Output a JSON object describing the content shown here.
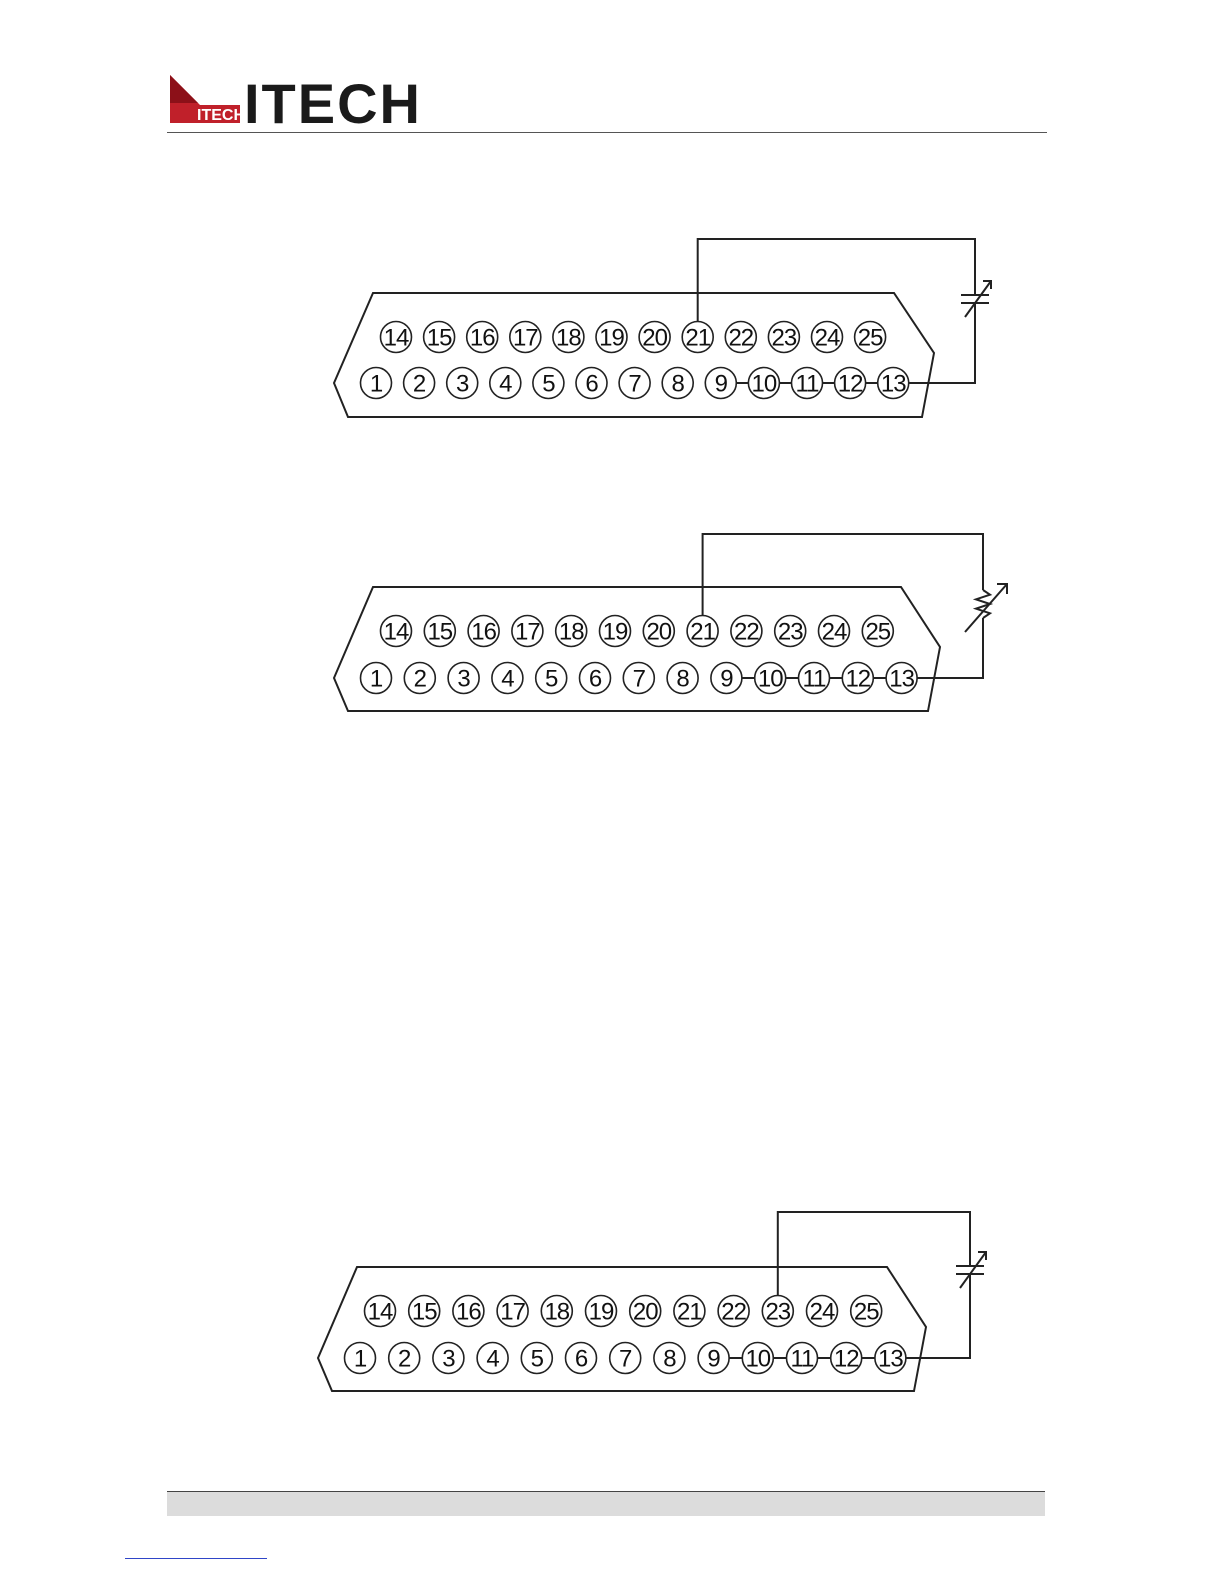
{
  "brand": {
    "logo_word": "ITECH",
    "logo_badge_text": "ITECH",
    "accent_color": "#c0202a"
  },
  "diagrams": [
    {
      "top_row_pins": [
        "14",
        "15",
        "16",
        "17",
        "18",
        "19",
        "20",
        "21",
        "22",
        "23",
        "24",
        "25"
      ],
      "bottom_row_pins": [
        "1",
        "2",
        "3",
        "4",
        "5",
        "6",
        "7",
        "8",
        "9",
        "10",
        "11",
        "12",
        "13"
      ],
      "tap_pin": "21",
      "linked_pins": [
        "9",
        "10",
        "11",
        "12",
        "13"
      ],
      "component": "adjustable-capacitor-icon"
    },
    {
      "top_row_pins": [
        "14",
        "15",
        "16",
        "17",
        "18",
        "19",
        "20",
        "21",
        "22",
        "23",
        "24",
        "25"
      ],
      "bottom_row_pins": [
        "1",
        "2",
        "3",
        "4",
        "5",
        "6",
        "7",
        "8",
        "9",
        "10",
        "11",
        "12",
        "13"
      ],
      "tap_pin": "21",
      "linked_pins": [
        "9",
        "10",
        "11",
        "12",
        "13"
      ],
      "component": "variable-resistor-icon"
    },
    {
      "top_row_pins": [
        "14",
        "15",
        "16",
        "17",
        "18",
        "19",
        "20",
        "21",
        "22",
        "23",
        "24",
        "25"
      ],
      "bottom_row_pins": [
        "1",
        "2",
        "3",
        "4",
        "5",
        "6",
        "7",
        "8",
        "9",
        "10",
        "11",
        "12",
        "13"
      ],
      "tap_pin": "23",
      "linked_pins": [
        "9",
        "10",
        "11",
        "12",
        "13"
      ],
      "component": "adjustable-capacitor-icon"
    }
  ]
}
